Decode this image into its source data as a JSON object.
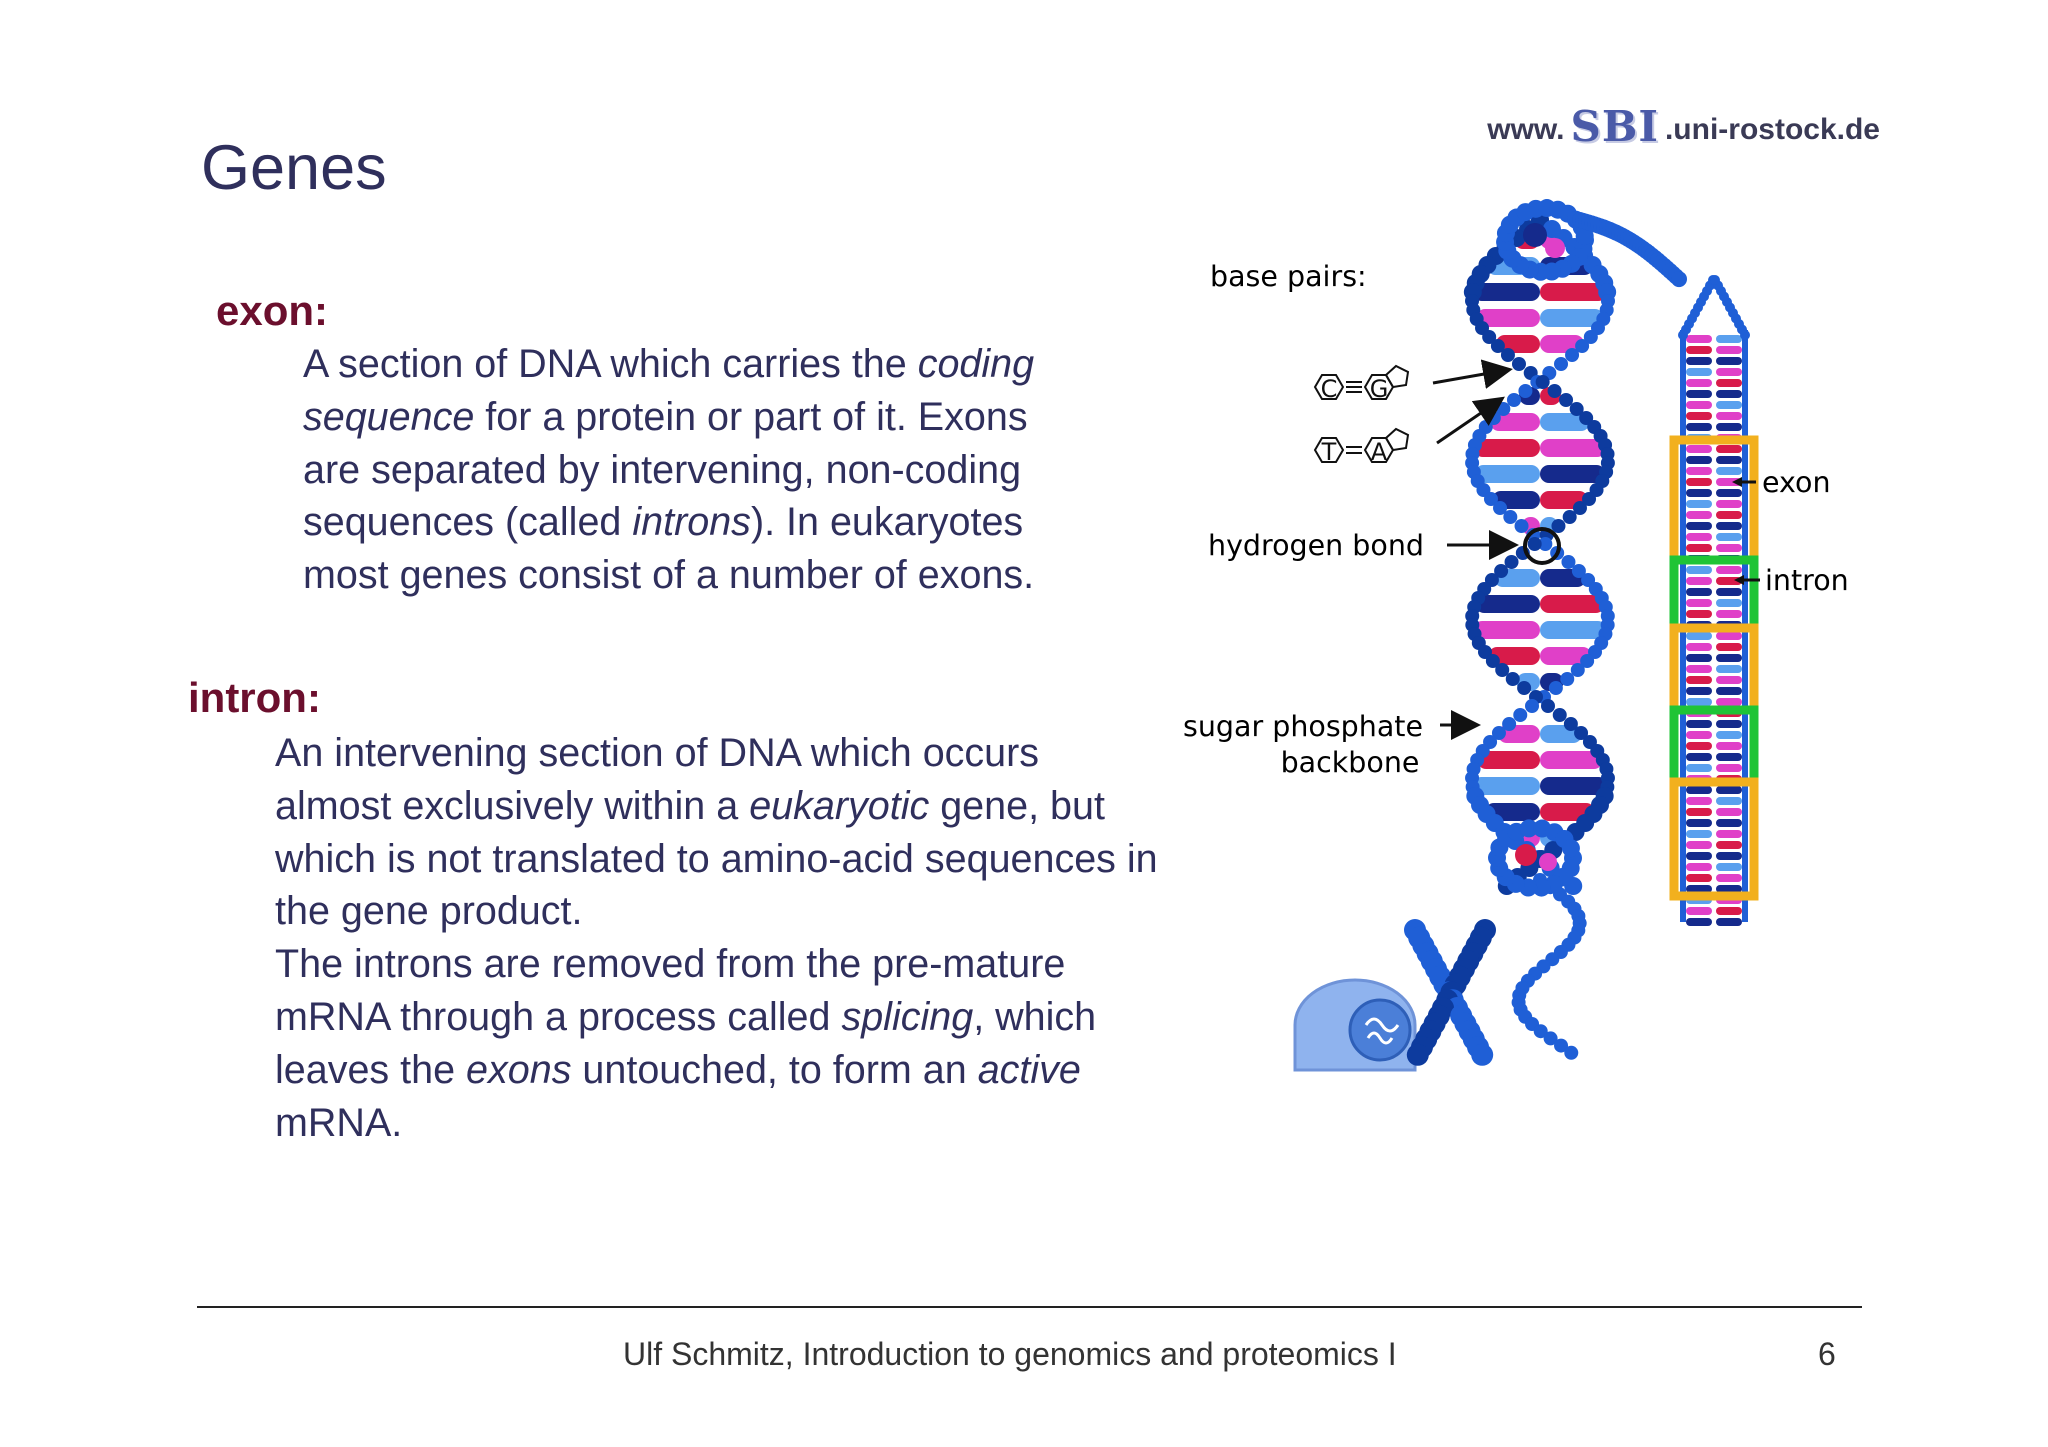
{
  "slide": {
    "title": "Genes",
    "header": {
      "prefix": "www.",
      "logo": "SBI",
      "suffix": ".uni-rostock.de"
    },
    "exon": {
      "term": "exon:",
      "lines": [
        [
          "A section of DNA which carries the ",
          "coding"
        ],
        [
          "sequence",
          " for a protein or part of it. Exons"
        ],
        [
          "are separated by intervening, non-coding"
        ],
        [
          "sequences (called ",
          "introns",
          "). In eukaryotes"
        ],
        [
          "most genes consist of a number of exons."
        ]
      ]
    },
    "intron": {
      "term": "intron:",
      "lines": [
        [
          "An intervening section of DNA which occurs"
        ],
        [
          "almost exclusively within a ",
          "eukaryotic",
          " gene, but"
        ],
        [
          "which is not translated to amino-acid sequences in"
        ],
        [
          "the gene product."
        ],
        [
          "The introns are removed from the pre-mature"
        ],
        [
          "mRNA through a process called ",
          "splicing",
          ", which"
        ],
        [
          "leaves the ",
          "exons",
          " untouched, to form an ",
          "active"
        ],
        [
          "mRNA."
        ]
      ]
    },
    "footer": {
      "text": "Ulf Schmitz, Introduction to genomics and proteomics I",
      "page": "6"
    }
  },
  "diagram": {
    "base_pairs_label": "base pairs:",
    "pair_cg": [
      "C",
      "G"
    ],
    "pair_ta": [
      "T",
      "A"
    ],
    "hydrogen_bond_label": "hydrogen bond",
    "backbone_label_1": "sugar phosphate",
    "backbone_label_2": "backbone",
    "exon_label": "exon",
    "intron_label": "intron",
    "colors": {
      "backbone": "#1f5fd6",
      "backbone_dark": "#0d3b9e",
      "pair_red": "#d81b4a",
      "pair_pink": "#e040c8",
      "pair_navy": "#152a8c",
      "pair_light": "#5aa0ee",
      "exon_box": "#f2b01e",
      "intron_box": "#1fc436",
      "label": "#23289b",
      "term": "#6b0f2d",
      "text": "#2f2f5c"
    }
  }
}
